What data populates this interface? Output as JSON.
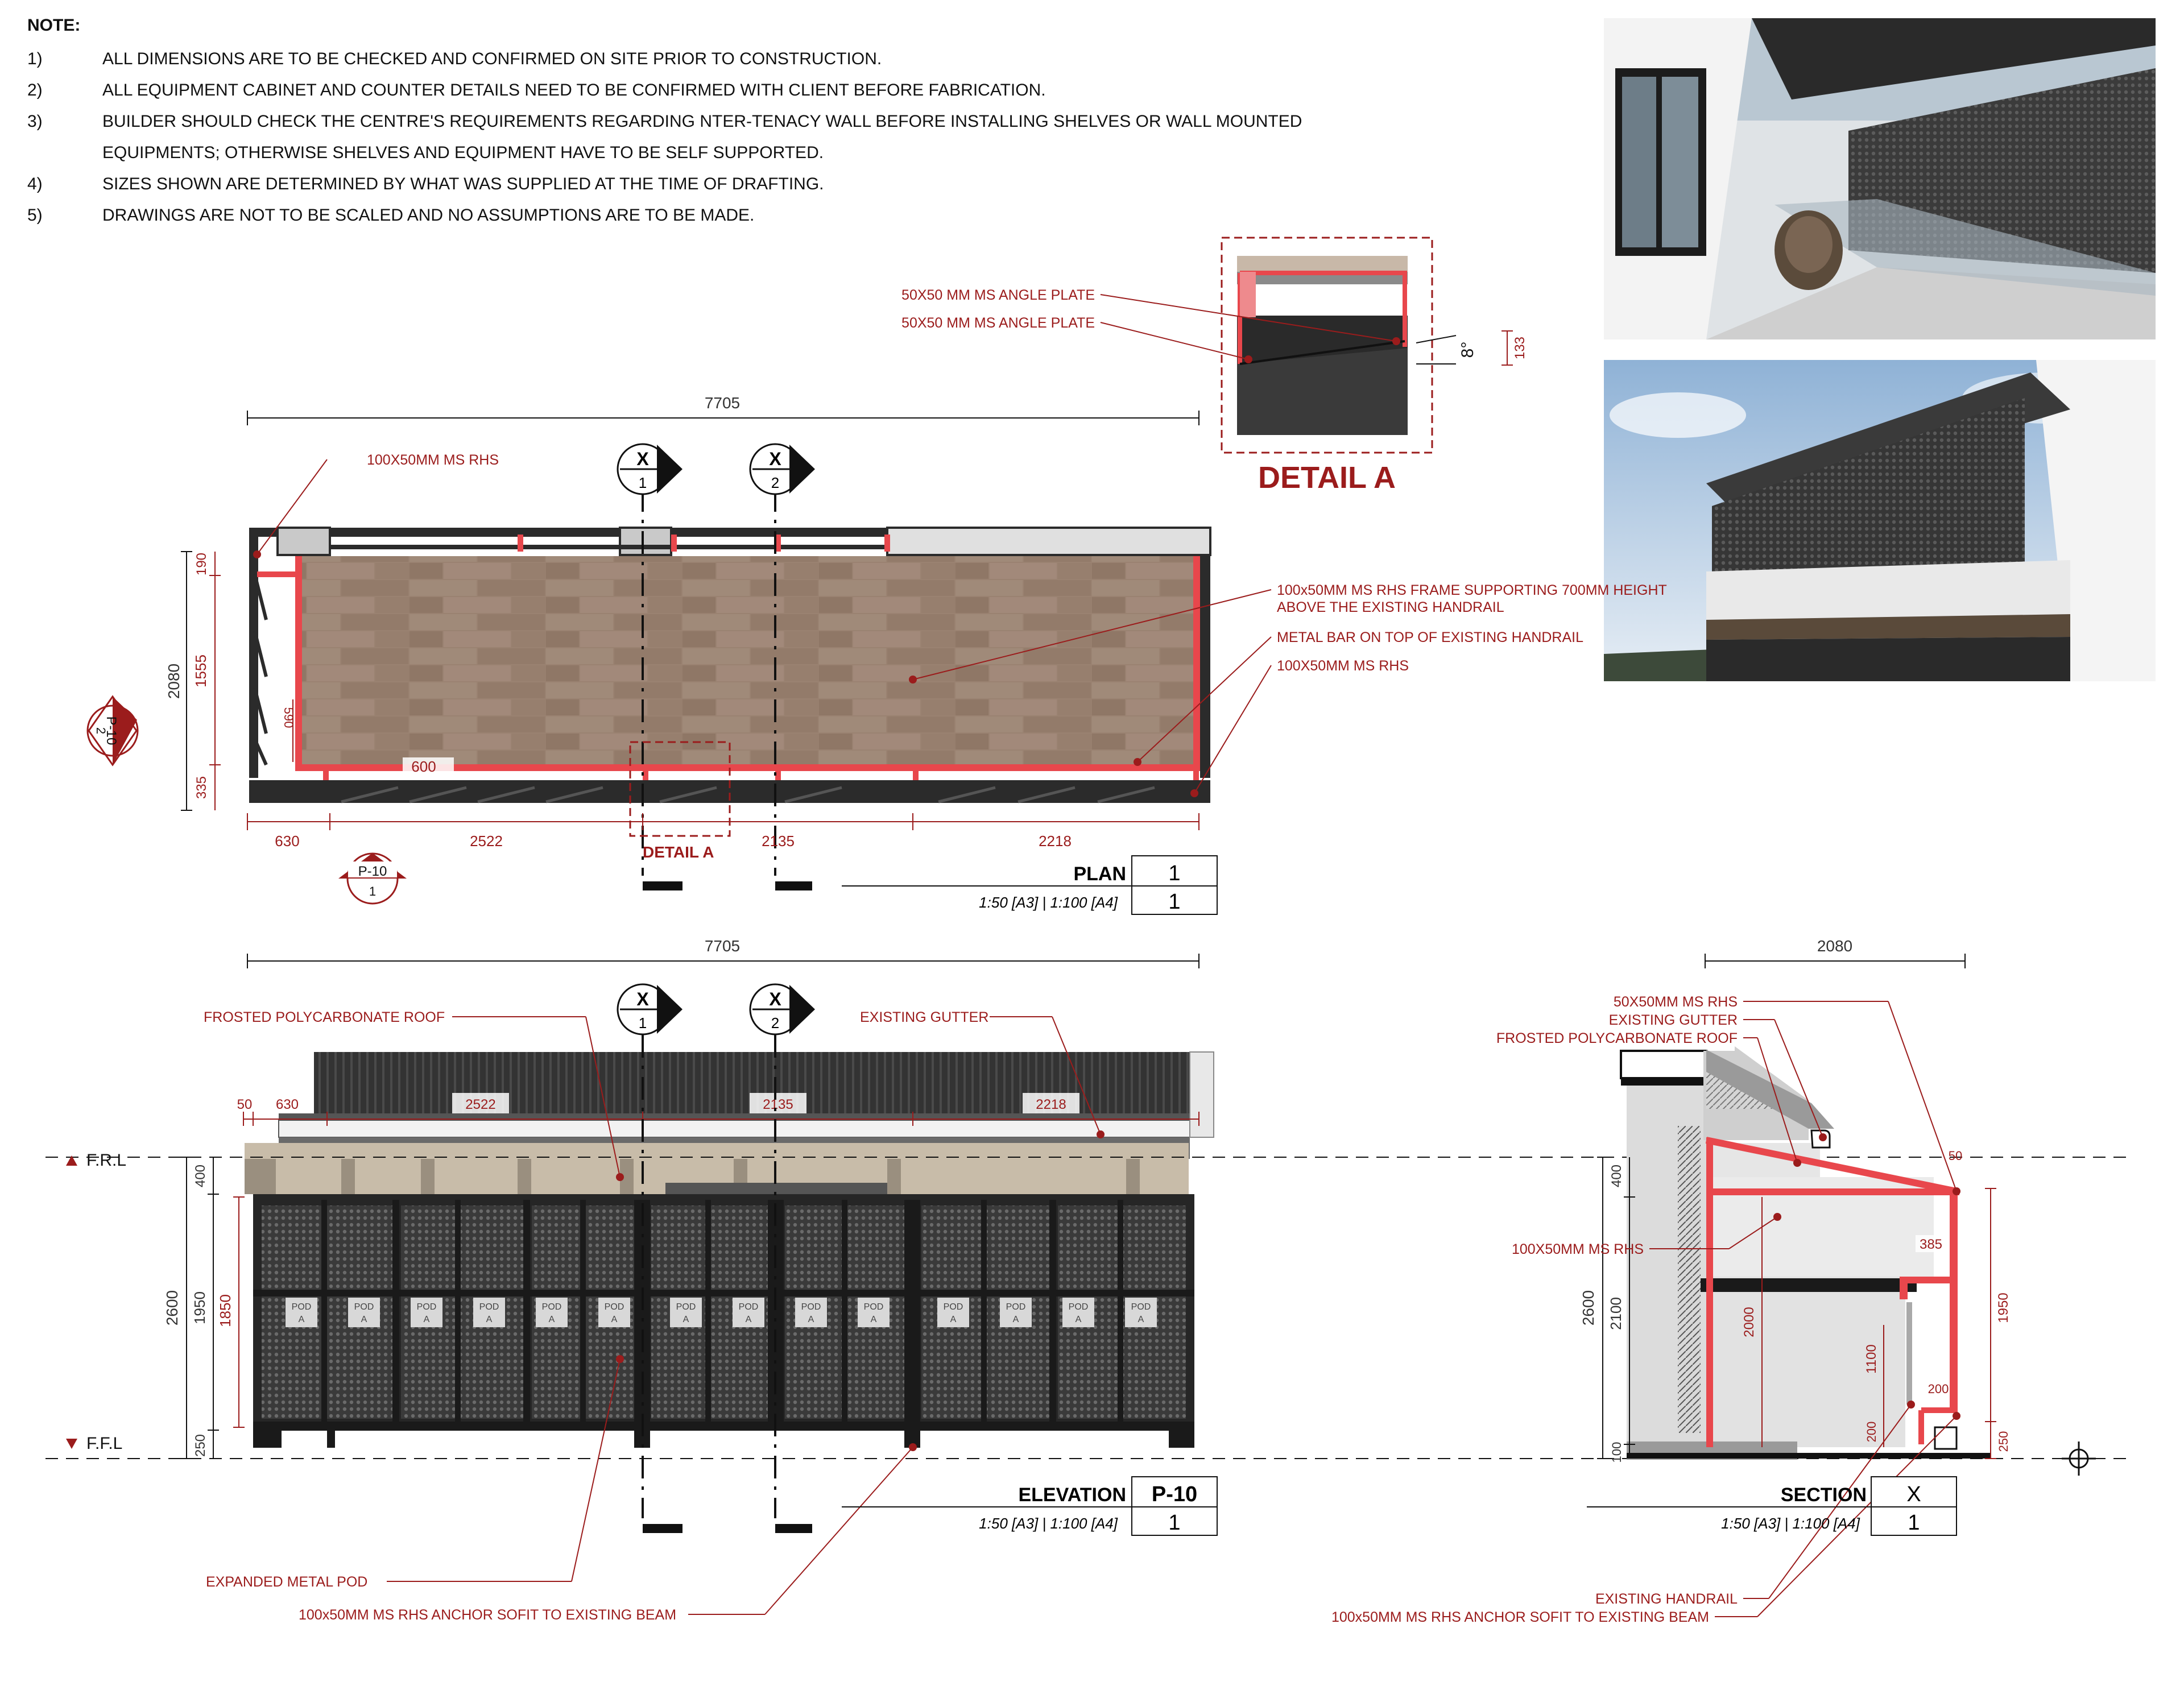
{
  "notes": {
    "heading": "NOTE:",
    "items": [
      {
        "num": "1)",
        "text": "ALL DIMENSIONS ARE TO BE CHECKED AND CONFIRMED ON SITE PRIOR TO CONSTRUCTION."
      },
      {
        "num": "2)",
        "text": "ALL EQUIPMENT CABINET AND COUNTER DETAILS NEED TO BE CONFIRMED WITH CLIENT BEFORE FABRICATION."
      },
      {
        "num": "3)",
        "text": "BUILDER SHOULD CHECK THE CENTRE'S REQUIREMENTS REGARDING NTER-TENACY WALL BEFORE INSTALLING SHELVES OR WALL MOUNTED"
      },
      {
        "num": "",
        "text": "EQUIPMENTS; OTHERWISE SHELVES AND EQUIPMENT HAVE TO BE SELF SUPPORTED."
      },
      {
        "num": "4)",
        "text": "SIZES SHOWN ARE DETERMINED BY WHAT WAS SUPPLIED AT THE TIME OF DRAFTING."
      },
      {
        "num": "5)",
        "text": "DRAWINGS ARE NOT TO BE SCALED AND NO ASSUMPTIONS ARE TO BE MADE."
      }
    ]
  },
  "colors": {
    "red": "#9b1c1c",
    "frame": "#e8474c",
    "steel": "#2b2b2b",
    "paver": "#9a8271"
  },
  "detail_a": {
    "title": "DETAIL A",
    "label_upper": "50X50 MM MS ANGLE PLATE",
    "label_lower": "50X50 MM MS ANGLE PLATE",
    "angle": "8°",
    "dim": "133"
  },
  "plan": {
    "overall": "7705",
    "label_rhs_top": "100X50MM MS RHS",
    "label_frame_1": "100x50MM MS RHS FRAME SUPPORTING 700MM HEIGHT",
    "label_frame_2": "ABOVE THE EXISTING HANDRAIL",
    "label_metal_bar": "METAL BAR ON TOP OF EXISTING HANDRAIL",
    "label_rhs_right": "100X50MM MS RHS",
    "dim_left_total": "2080",
    "dim_left_top": "190",
    "dim_left_mid": "1555",
    "dim_left_bot": "335",
    "dim_inner_590": "590",
    "dim_600": "600",
    "bottom_dims": [
      "630",
      "2522",
      "2135",
      "2218"
    ],
    "detail_ref": "DETAIL A",
    "section_1": {
      "letter": "X",
      "num": "1"
    },
    "section_2": {
      "letter": "X",
      "num": "2"
    },
    "elev_ref_left": {
      "code": "P-10",
      "num": "2"
    },
    "elev_ref_bottom": {
      "code": "P-10",
      "num": "1"
    },
    "title": "PLAN",
    "title_num": "1",
    "scale": "1:50 [A3]   |   1:100 [A4]",
    "sheet_num": "1"
  },
  "elevation": {
    "overall": "7705",
    "label_roof": "FROSTED POLYCARBONATE ROOF",
    "label_gutter": "EXISTING GUTTER",
    "label_pod": "EXPANDED METAL POD",
    "label_anchor": "100x50MM MS RHS ANCHOR SOFIT TO EXISTING BEAM",
    "top_dims": [
      "50",
      "630",
      "2522",
      "2135",
      "2218"
    ],
    "dim_2600": "2600",
    "dim_400": "400",
    "dim_1950": "1950",
    "dim_1850": "1850",
    "dim_250": "250",
    "frl": "F.R.L",
    "ffl": "F.F.L",
    "pod_text": "POD",
    "pod_sub": "A",
    "section_1": {
      "letter": "X",
      "num": "1"
    },
    "section_2": {
      "letter": "X",
      "num": "2"
    },
    "title": "ELEVATION",
    "title_num": "P-10",
    "scale": "1:50 [A3]   |   1:100 [A4]",
    "sheet_num": "1"
  },
  "section": {
    "overall": "2080",
    "label_rhs_50": "50X50MM MS RHS",
    "label_gutter": "EXISTING GUTTER",
    "label_roof": "FROSTED POLYCARBONATE ROOF",
    "label_rhs_100": "100X50MM MS RHS",
    "label_handrail": "EXISTING HANDRAIL",
    "label_anchor": "100x50MM MS RHS ANCHOR SOFIT TO EXISTING BEAM",
    "dim_2600": "2600",
    "dim_400": "400",
    "dim_2100": "2100",
    "dim_100": "100",
    "dim_2000": "2000",
    "dim_1100": "1100",
    "dim_200a": "200",
    "dim_200b": "200",
    "dim_50": "50",
    "dim_385": "385",
    "dim_1950": "1950",
    "dim_250": "250",
    "title": "SECTION",
    "title_num": "X",
    "scale": "1:50 [A3]   |   1:100 [A4]",
    "sheet_num": "1"
  }
}
